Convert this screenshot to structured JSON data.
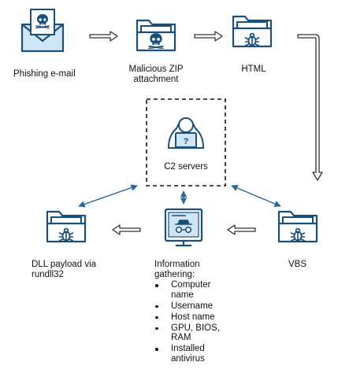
{
  "nodes": {
    "phishing_email": {
      "label": "Phishing e-mail",
      "icon": "email-skull-icon"
    },
    "malicious_zip": {
      "label_line1": "Malicious ZIP",
      "label_line2": "attachment",
      "icon": "folder-skull-icon"
    },
    "html": {
      "label": "HTML",
      "icon": "folder-bug-icon"
    },
    "c2_servers": {
      "label": "C2 servers",
      "icon": "hacker-icon"
    },
    "vbs": {
      "label": "VBS",
      "icon": "folder-bug-icon"
    },
    "info_gathering": {
      "title_line1": "Information",
      "title_line2": "gathering:",
      "icon": "spy-monitor-icon",
      "items": [
        [
          "Computer",
          "name"
        ],
        [
          "Username"
        ],
        [
          "Host name"
        ],
        [
          "GPU, BIOS,",
          "RAM"
        ],
        [
          "Installed",
          "antivirus"
        ]
      ]
    },
    "dll_payload": {
      "label_line1": "DLL payload via",
      "label_line2": "rundll32",
      "icon": "folder-bug-icon"
    }
  },
  "colors": {
    "icon_blue": "#1a4f7a",
    "icon_fill": "#cfe4f5",
    "arrow_stroke": "#333333",
    "connector": "#2a6596"
  }
}
